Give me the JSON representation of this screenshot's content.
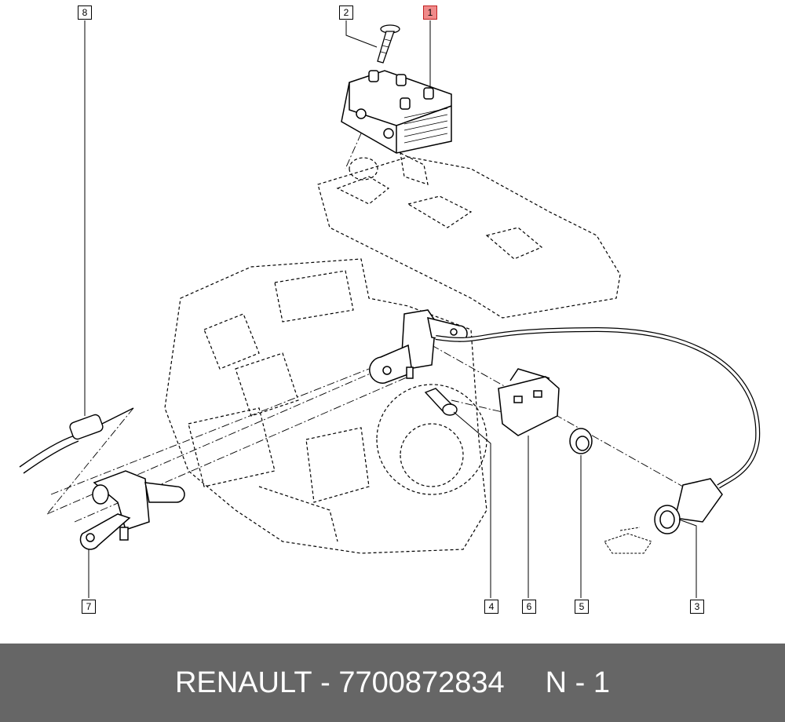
{
  "diagram": {
    "callouts": [
      {
        "id": "1",
        "label": "1",
        "highlighted": true
      },
      {
        "id": "2",
        "label": "2",
        "highlighted": false
      },
      {
        "id": "3",
        "label": "3",
        "highlighted": false
      },
      {
        "id": "4",
        "label": "4",
        "highlighted": false
      },
      {
        "id": "5",
        "label": "5",
        "highlighted": false
      },
      {
        "id": "6",
        "label": "6",
        "highlighted": false
      },
      {
        "id": "7",
        "label": "7",
        "highlighted": false
      },
      {
        "id": "8",
        "label": "8",
        "highlighted": false
      }
    ],
    "highlight_color": "#f08a8a",
    "line_color": "#000000"
  },
  "footer": {
    "brand": "RENAULT",
    "separator": " - ",
    "part_number": "7700872834",
    "position_label": "N - 1",
    "background_color": "#666666",
    "text_color": "#ffffff"
  }
}
